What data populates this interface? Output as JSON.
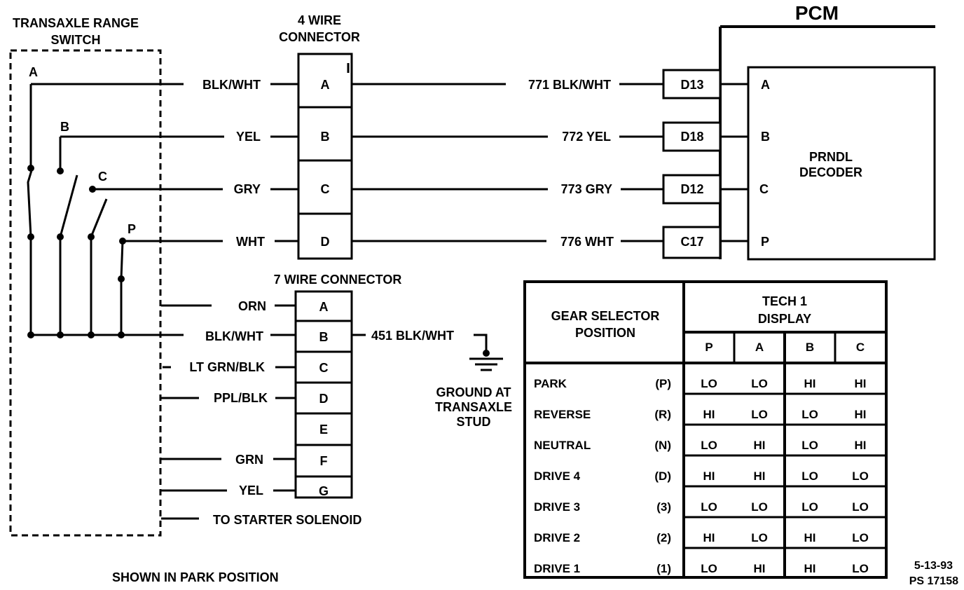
{
  "switch": {
    "title_line1": "TRANSAXLE RANGE",
    "title_line2": "SWITCH",
    "terminals": [
      "A",
      "B",
      "C",
      "P"
    ],
    "note": "SHOWN IN PARK POSITION"
  },
  "connector4": {
    "title_line1": "4 WIRE",
    "title_line2": "CONNECTOR",
    "pins": [
      {
        "pin": "A",
        "wire_in": "BLK/WHT",
        "circuit": "771 BLK/WHT",
        "pcm_pin": "D13",
        "decoder_input": "A"
      },
      {
        "pin": "B",
        "wire_in": "YEL",
        "circuit": "772 YEL",
        "pcm_pin": "D18",
        "decoder_input": "B"
      },
      {
        "pin": "C",
        "wire_in": "GRY",
        "circuit": "773 GRY",
        "pcm_pin": "D12",
        "decoder_input": "C"
      },
      {
        "pin": "D",
        "wire_in": "WHT",
        "circuit": "776 WHT",
        "pcm_pin": "C17",
        "decoder_input": "P"
      }
    ]
  },
  "pcm": {
    "title": "PCM",
    "decoder_line1": "PRNDL",
    "decoder_line2": "DECODER"
  },
  "connector7": {
    "title": "7 WIRE CONNECTOR",
    "pins": [
      {
        "pin": "A",
        "wire": "ORN"
      },
      {
        "pin": "B",
        "wire": "BLK/WHT"
      },
      {
        "pin": "C",
        "wire": "LT GRN/BLK"
      },
      {
        "pin": "D",
        "wire": "PPL/BLK"
      },
      {
        "pin": "E",
        "wire": ""
      },
      {
        "pin": "F",
        "wire": "GRN"
      },
      {
        "pin": "G",
        "wire": "YEL"
      }
    ],
    "ground_circuit": "451 BLK/WHT",
    "starter_label": "TO STARTER SOLENOID"
  },
  "ground": {
    "line1": "GROUND AT",
    "line2": "TRANSAXLE",
    "line3": "STUD"
  },
  "table": {
    "header_left_line1": "GEAR SELECTOR",
    "header_left_line2": "POSITION",
    "header_right_line1": "TECH 1",
    "header_right_line2": "DISPLAY",
    "columns": [
      "P",
      "A",
      "B",
      "C"
    ],
    "rows": [
      {
        "position": "PARK",
        "code": "(P)",
        "values": [
          "LO",
          "LO",
          "HI",
          "HI"
        ]
      },
      {
        "position": "REVERSE",
        "code": "(R)",
        "values": [
          "HI",
          "LO",
          "LO",
          "HI"
        ]
      },
      {
        "position": "NEUTRAL",
        "code": "(N)",
        "values": [
          "LO",
          "HI",
          "LO",
          "HI"
        ]
      },
      {
        "position": "DRIVE 4",
        "code": "(D)",
        "values": [
          "HI",
          "HI",
          "LO",
          "LO"
        ]
      },
      {
        "position": "DRIVE 3",
        "code": "(3)",
        "values": [
          "LO",
          "LO",
          "LO",
          "LO"
        ]
      },
      {
        "position": "DRIVE 2",
        "code": "(2)",
        "values": [
          "HI",
          "LO",
          "HI",
          "LO"
        ]
      },
      {
        "position": "DRIVE 1",
        "code": "(1)",
        "values": [
          "LO",
          "HI",
          "HI",
          "LO"
        ]
      }
    ]
  },
  "footer": {
    "date": "5-13-93",
    "ref": "PS 17158"
  }
}
